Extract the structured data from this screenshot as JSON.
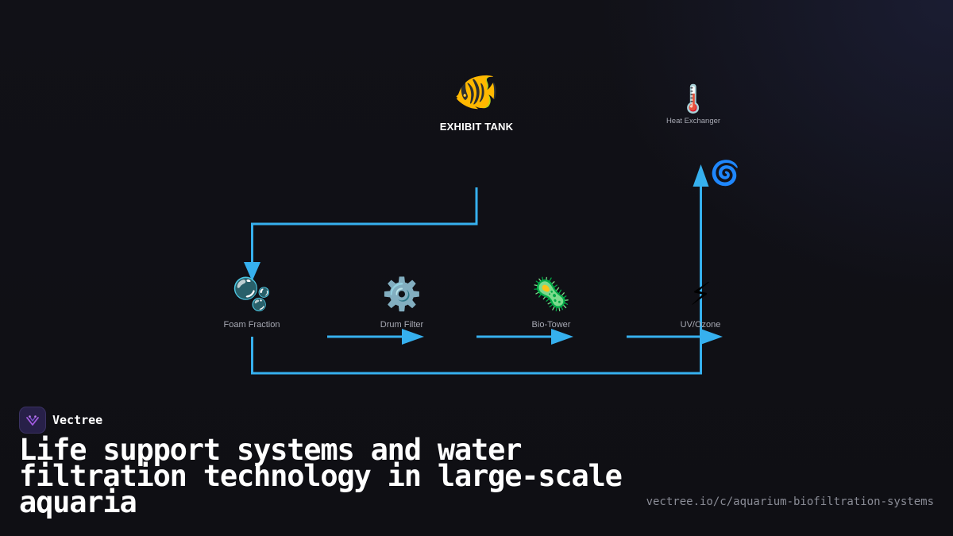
{
  "diagram": {
    "tank": {
      "icon": "🐠",
      "label": "EXHIBIT TANK"
    },
    "heat_exchanger": {
      "icon": "🌡️",
      "label": "Heat Exchanger"
    },
    "swirl": {
      "icon": "🌀"
    },
    "stages": [
      {
        "icon": "🫧",
        "label": "Foam Fraction"
      },
      {
        "icon": "⚙️",
        "label": "Drum Filter"
      },
      {
        "icon": "🦠",
        "label": "Bio-Tower"
      },
      {
        "icon": "⚡",
        "label": "UV/Ozone"
      }
    ],
    "line_color": "#36b0ee"
  },
  "brand": {
    "name": "Vectree",
    "logo_icon": "vectree-logo-icon"
  },
  "title": "Life support systems and water filtration technology in large-scale aquaria",
  "url": "vectree.io/c/aquarium-biofiltration-systems"
}
